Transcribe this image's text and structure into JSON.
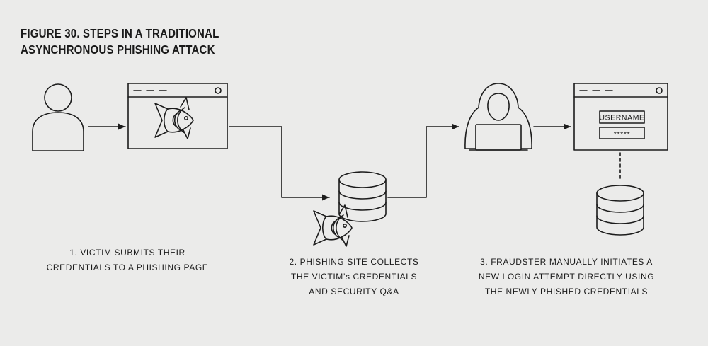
{
  "title": {
    "line1": "FIGURE 30. STEPS IN A TRADITIONAL",
    "line2": "ASYNCHRONOUS PHISHING ATTACK"
  },
  "login_form": {
    "username_label": "USERNAME",
    "password_mask": "*****"
  },
  "steps": [
    {
      "lines": [
        "1. VICTIM SUBMITS THEIR",
        "CREDENTIALS TO A PHISHING PAGE"
      ]
    },
    {
      "lines": [
        "2. PHISHING SITE COLLECTS",
        "THE VICTIM’s CREDENTIALS",
        "AND SECURITY Q&A"
      ]
    },
    {
      "lines": [
        "3. FRAUDSTER MANUALLY INITIATES A",
        "NEW LOGIN ATTEMPT DIRECTLY USING",
        "THE NEWLY PHISHED CREDENTIALS"
      ]
    }
  ],
  "icons": {
    "victim": "person-icon",
    "phishing_page": "phishing-browser-icon",
    "collector_db": "database-icon",
    "phish": "fish-icon",
    "fraudster": "hooded-hacker-icon",
    "login_page": "login-browser-icon",
    "target_db": "database-icon"
  }
}
